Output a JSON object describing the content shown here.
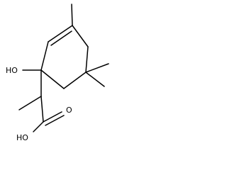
{
  "molecule": {
    "labels": {
      "hydroxyl": "HO",
      "acid_hydroxyl": "HO",
      "carbonyl_oxygen": "O"
    }
  }
}
